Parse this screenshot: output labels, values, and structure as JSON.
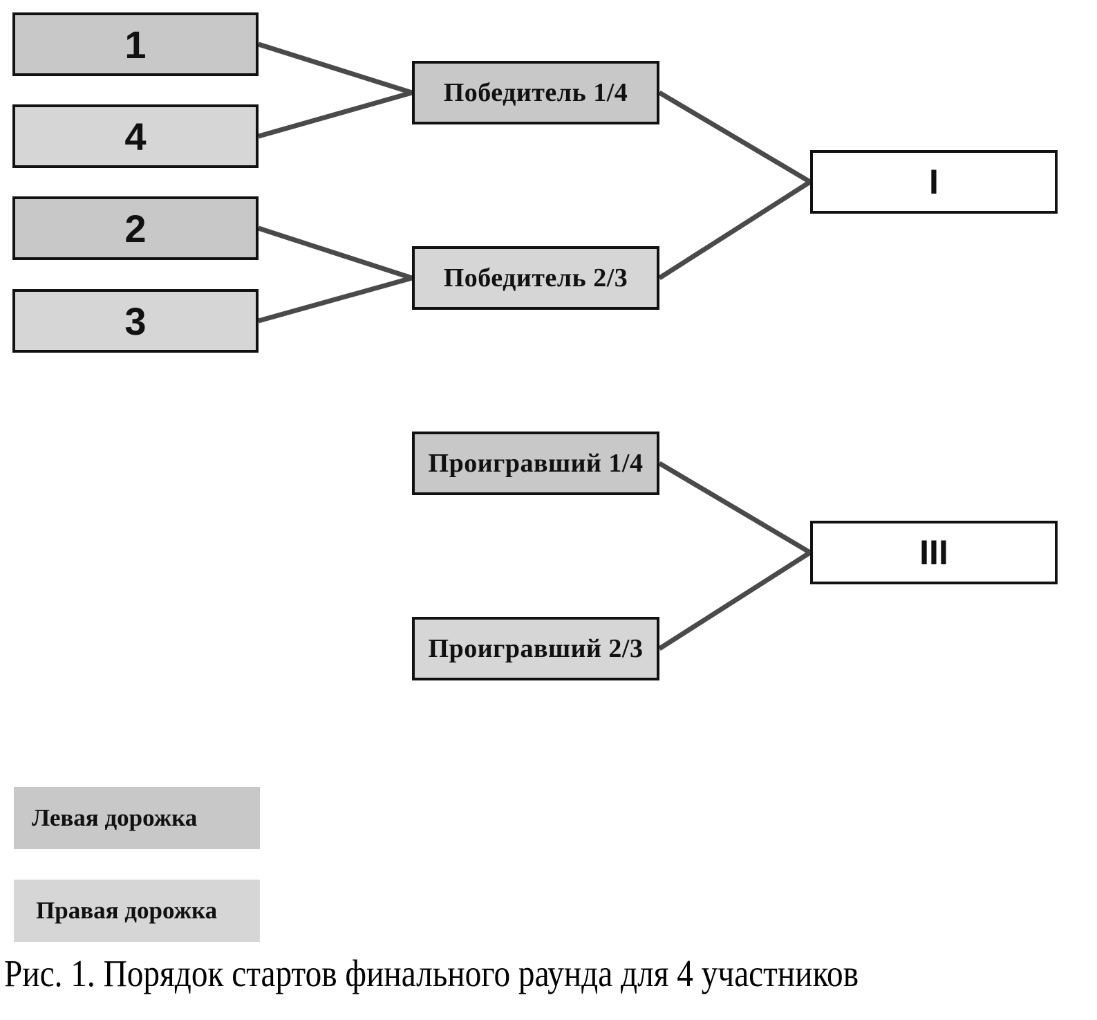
{
  "participants": [
    {
      "id": "p1",
      "label": "1",
      "lane": "left"
    },
    {
      "id": "p4",
      "label": "4",
      "lane": "right"
    },
    {
      "id": "p2",
      "label": "2",
      "lane": "left"
    },
    {
      "id": "p3",
      "label": "3",
      "lane": "right"
    }
  ],
  "semifinal_results": [
    {
      "id": "w14",
      "label": "Победитель 1/4",
      "lane": "left"
    },
    {
      "id": "w23",
      "label": "Победитель 2/3",
      "lane": "right"
    },
    {
      "id": "l14",
      "label": "Проигравший 1/4",
      "lane": "left"
    },
    {
      "id": "l23",
      "label": "Проигравший 2/3",
      "lane": "right"
    }
  ],
  "places": [
    {
      "id": "first",
      "label": "I"
    },
    {
      "id": "third",
      "label": "III"
    }
  ],
  "edges": [
    [
      "p1",
      "w14"
    ],
    [
      "p4",
      "w14"
    ],
    [
      "p2",
      "w23"
    ],
    [
      "p3",
      "w23"
    ],
    [
      "w14",
      "first"
    ],
    [
      "w23",
      "first"
    ],
    [
      "l14",
      "third"
    ],
    [
      "l23",
      "third"
    ]
  ],
  "legend": [
    {
      "label": "Левая дорожка",
      "lane": "left"
    },
    {
      "label": "Правая дорожка",
      "lane": "right"
    }
  ],
  "colors": {
    "left_lane": "#c8c8c8",
    "right_lane": "#d6d6d6",
    "final": "#ffffff",
    "connector": "#4a4a4a",
    "border": "#111111"
  },
  "caption": "Рис. 1. Порядок стартов финального раунда для 4 участников"
}
